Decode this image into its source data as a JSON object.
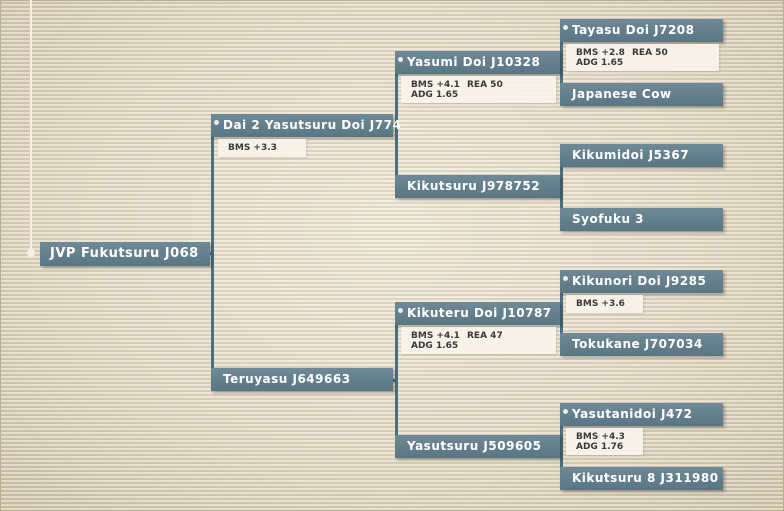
{
  "pedigree": {
    "root": {
      "name": "JVP Fukutsuru J068"
    },
    "sire": {
      "name": "Dai 2 Yasutsuru Doi J774",
      "stats_line1": "BMS +3.3"
    },
    "dam": {
      "name": "Teruyasu J649663"
    },
    "sire_sire": {
      "name": "Yasumi Doi J10328",
      "stats_line1": "BMS +4.1",
      "stats_rea": "REA 50",
      "stats_line2": "ADG 1.65"
    },
    "sire_dam": {
      "name": "Kikutsuru J978752"
    },
    "dam_sire": {
      "name": "Kikuteru Doi J10787",
      "stats_line1": "BMS +4.1",
      "stats_rea": "REA 47",
      "stats_line2": "ADG 1.65"
    },
    "dam_dam": {
      "name": "Yasutsuru J509605"
    },
    "ss_sire": {
      "name": "Tayasu Doi J7208",
      "stats_line1": "BMS +2.8",
      "stats_rea": "REA 50",
      "stats_line2": "ADG 1.65"
    },
    "ss_dam": {
      "name": "Japanese Cow"
    },
    "sd_sire": {
      "name": "Kikumidoi J5367"
    },
    "sd_dam": {
      "name": "Syofuku 3"
    },
    "ds_sire": {
      "name": "Kikunori Doi J9285",
      "stats_line1": "BMS +3.6"
    },
    "ds_dam": {
      "name": "Tokukane J707034"
    },
    "dd_sire": {
      "name": "Yasutanidoi J472",
      "stats_line1": "BMS +4.3",
      "stats_line2": "ADG 1.76"
    },
    "dd_dam": {
      "name": "Kikutsuru 8 J311980"
    }
  },
  "colors": {
    "node": "#5a7683",
    "connector": "#4f6f7e",
    "stats_bg": "#f8f4ea"
  }
}
